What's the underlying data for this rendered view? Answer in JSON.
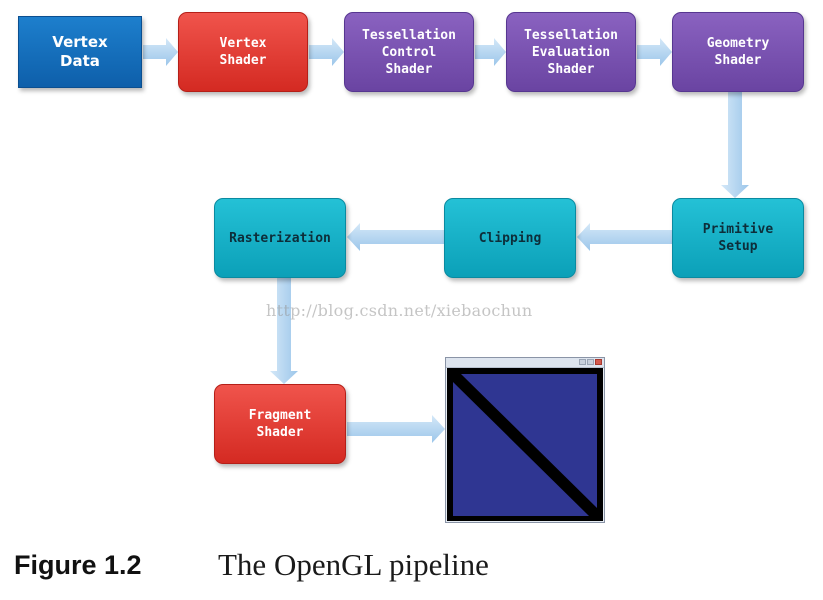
{
  "nodes": {
    "vertex_data": "Vertex\nData",
    "vertex_shader": "Vertex\nShader",
    "tessellation_control": "Tessellation\nControl\nShader",
    "tessellation_evaluation": "Tessellation\nEvaluation\nShader",
    "geometry_shader": "Geometry\nShader",
    "primitive_setup": "Primitive\nSetup",
    "clipping": "Clipping",
    "rasterization": "Rasterization",
    "fragment_shader": "Fragment\nShader"
  },
  "edges": [
    {
      "from": "Vertex Data",
      "to": "Vertex Shader"
    },
    {
      "from": "Vertex Shader",
      "to": "Tessellation Control Shader"
    },
    {
      "from": "Tessellation Control Shader",
      "to": "Tessellation Evaluation Shader"
    },
    {
      "from": "Tessellation Evaluation Shader",
      "to": "Geometry Shader"
    },
    {
      "from": "Geometry Shader",
      "to": "Primitive Setup"
    },
    {
      "from": "Primitive Setup",
      "to": "Clipping"
    },
    {
      "from": "Clipping",
      "to": "Rasterization"
    },
    {
      "from": "Rasterization",
      "to": "Fragment Shader"
    },
    {
      "from": "Fragment Shader",
      "to": "output window"
    }
  ],
  "colors": {
    "vertex_data": "#1570c0",
    "shader_red": "#e2372f",
    "purple": "#7a52b2",
    "teal": "#17b1c8",
    "arrow": "#b9d8f1",
    "output_fill": "#2f3692",
    "output_border": "#000000"
  },
  "watermark": "http://blog.csdn.net/xiebaochun",
  "caption": {
    "label": "Figure 1.2",
    "text": "The OpenGL pipeline"
  }
}
